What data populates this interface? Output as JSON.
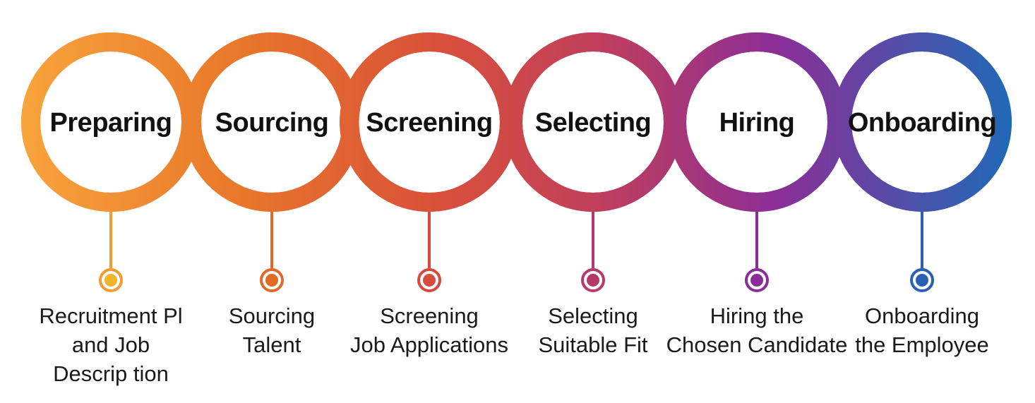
{
  "steps": [
    {
      "title": "Preparing",
      "description_lines": [
        "Recruitment Pl",
        "and Job",
        "Descrip tion"
      ],
      "color": "#F59A33"
    },
    {
      "title": "Sourcing",
      "description_lines": [
        "Sourcing",
        "Talent"
      ],
      "color": "#E2692A"
    },
    {
      "title": "Screening",
      "description_lines": [
        "Screening",
        "Job Applications"
      ],
      "color": "#D9483D"
    },
    {
      "title": "Selecting",
      "description_lines": [
        "Selecting",
        "Suitable Fit"
      ],
      "color": "#B63A6A"
    },
    {
      "title": "Hiring",
      "description_lines": [
        "Hiring the",
        "Chosen Candidate"
      ],
      "color": "#8A2E97"
    },
    {
      "title": "Onboarding",
      "description_lines": [
        "Onboarding",
        "the Employee"
      ],
      "color": "#2A5FB8"
    }
  ],
  "gradient_colors": [
    "#F8A43C",
    "#E8772A",
    "#D9503A",
    "#C03F5C",
    "#8C2E96",
    "#1F6AB7"
  ],
  "dot_fill_colors": [
    "#F0B528",
    "#E06A26",
    "#D84C3E",
    "#B23A64",
    "#8A2E97",
    "#2A5FB8"
  ]
}
